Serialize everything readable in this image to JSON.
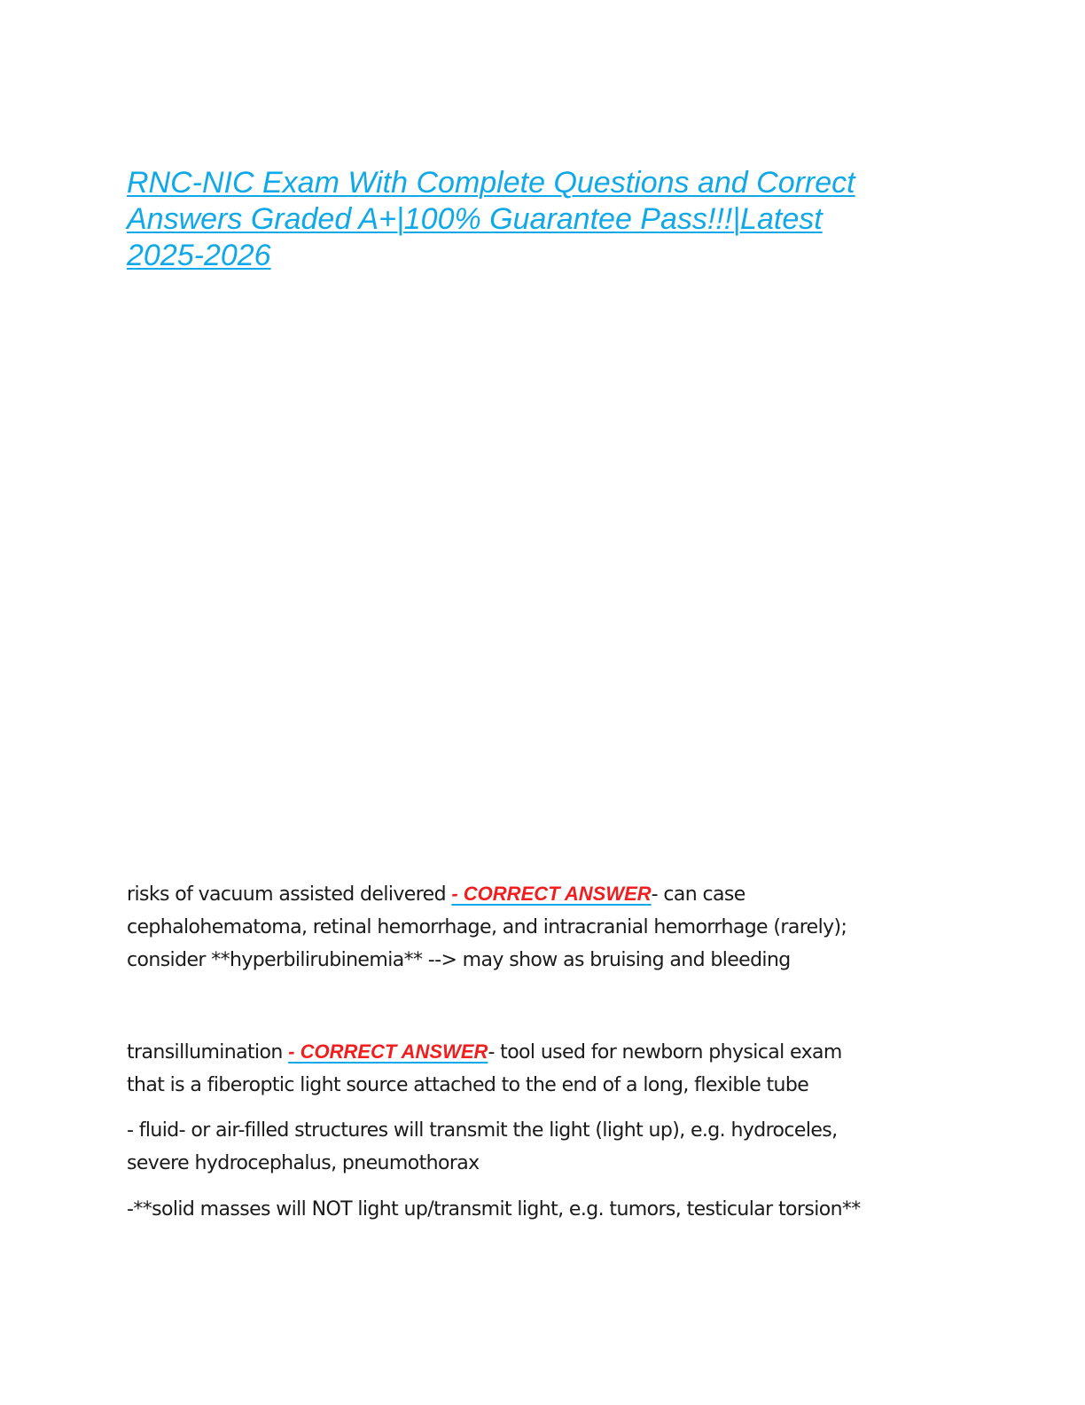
{
  "document": {
    "title_lines": [
      "RNC-NIC Exam With Complete Questions and Correct",
      "Answers Graded A+|100% Guarantee Pass!!!|Latest",
      "2025-2026"
    ],
    "answer_tag": "- CORRECT ANSWER",
    "qa": [
      {
        "term": "risks of vacuum assisted delivered ",
        "line1_rest": "- can case",
        "line2": "cephalohematoma, retinal hemorrhage, and intracranial hemorrhage (rarely);",
        "line3": "consider **hyperbilirubinemia** --> may show as bruising and bleeding"
      },
      {
        "term": "transillumination ",
        "line1_rest": "- tool used for newborn physical exam",
        "line2": "that is a fiberoptic light source attached to the end of a long, flexible tube",
        "extra": [
          {
            "line1": "- fluid- or air-filled structures will transmit the light (light up), e.g. hydroceles,",
            "line2": "severe hydrocephalus, pneumothorax"
          },
          {
            "line1": "-**solid masses will NOT light up/transmit light, e.g. tumors, testicular torsion**"
          }
        ]
      }
    ]
  },
  "colors": {
    "title": "#0fa8e8",
    "answer_tag": "#f01e1e",
    "body_text": "#1a1a1a"
  }
}
